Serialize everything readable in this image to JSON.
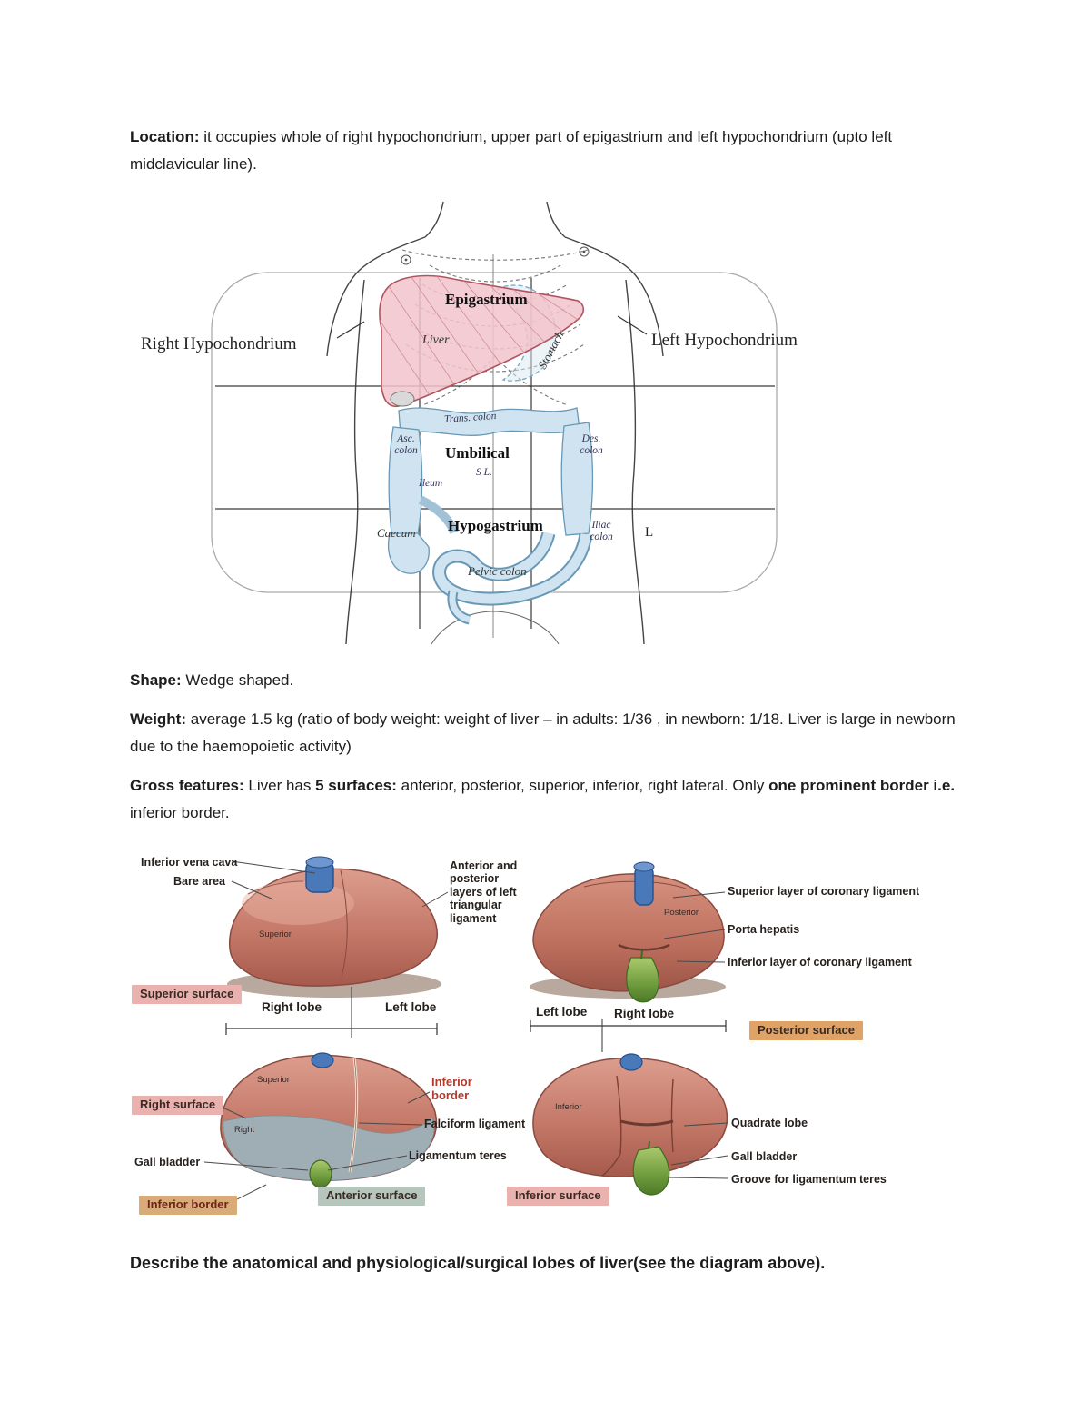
{
  "doc": {
    "location": {
      "label": "Location:",
      "text": "it occupies whole of right hypochondrium, upper part of epigastrium and left hypochondrium (upto left midclavicular line)."
    },
    "shape": {
      "label": "Shape:",
      "text": "Wedge shaped."
    },
    "weight": {
      "label": "Weight:",
      "text": "average 1.5 kg (ratio of body weight: weight of liver – in adults: 1/36 , in newborn: 1/18.  Liver is large in newborn due to the haemopoietic  activity)"
    },
    "gross": {
      "label": "Gross features:",
      "t1": "Liver has",
      "b2": "5 surfaces:",
      "t2": "anterior, posterior, superior, inferior, right lateral. Only",
      "b3": "one prominent border i.e.",
      "t3": "inferior border."
    },
    "question": "Describe the anatomical and physiological/surgical lobes of liver(see the diagram above)."
  },
  "abdomen": {
    "labels": {
      "right_hypochondrium": "Right Hypochondrium",
      "left_hypochondrium": "Left Hypochondrium",
      "epigastrium": "Epigastrium",
      "liver": "Liver",
      "stomach": "Stomach",
      "trans_colon": "Trans. colon",
      "asc_colon": "Asc. colon",
      "des_colon": "Des. colon",
      "umbilical": "Umbilical",
      "sl": "S L.",
      "ileum": "Ileum",
      "hypogastrium": "Hypogastrium",
      "caecum": "Caecum",
      "iliac_colon": "Iliac colon",
      "pelvic_colon": "Pelvic colon",
      "l_mark": "L"
    }
  },
  "liver_fig": {
    "tl": {
      "ivc": "Inferior vena cava",
      "bare_area": "Bare area",
      "superior_onliver": "Superior",
      "box": "Superior surface",
      "right_lobe": "Right lobe",
      "left_lobe": "Left lobe",
      "tri_ligament": "Anterior and posterior layers of left triangular ligament"
    },
    "tr": {
      "sup_coronary": "Superior layer of coronary ligament",
      "porta": "Porta hepatis",
      "inf_coronary": "Inferior layer of coronary ligament",
      "posterior_onliver": "Posterior",
      "left_lobe": "Left lobe",
      "right_lobe": "Right lobe",
      "box": "Posterior surface"
    },
    "bl": {
      "box_right": "Right surface",
      "gall_bladder": "Gall bladder",
      "inf_border_box": "Inferior border",
      "superior_onliver": "Superior",
      "right_onliver": "Right",
      "inf_border_red": "Inferior border",
      "falciform": "Falciform ligament",
      "teres": "Ligamentum teres",
      "box_anterior": "Anterior surface"
    },
    "br": {
      "inferior_onliver": "Inferior",
      "quadrate": "Quadrate lobe",
      "gall_bladder": "Gall bladder",
      "groove": "Groove for ligamentum teres",
      "box": "Inferior surface"
    }
  }
}
